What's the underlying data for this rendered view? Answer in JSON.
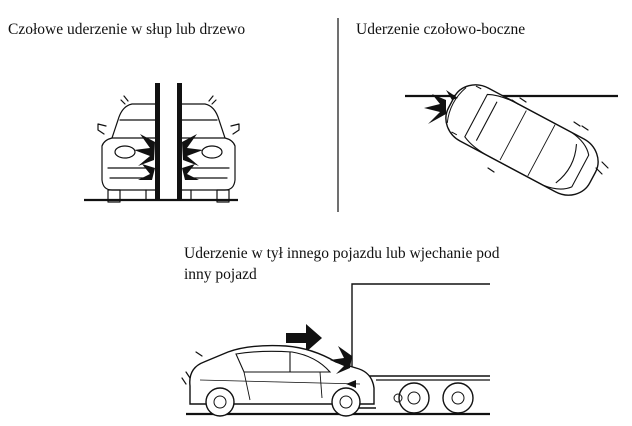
{
  "panels": [
    {
      "id": "frontal",
      "caption": "Czołowe uderzenie w słup lub drzewo"
    },
    {
      "id": "oblique",
      "caption": "Uderzenie czołowo-boczne"
    },
    {
      "id": "underride",
      "caption": "Uderzenie w tył innego pojazdu lub wjechanie pod inny pojazd"
    }
  ],
  "colors": {
    "line": "#111111",
    "background": "#ffffff"
  },
  "icons": [
    "car-front-icon",
    "pole-icon",
    "impact-burst-icon",
    "car-top-icon",
    "wall-icon",
    "car-side-icon",
    "truck-icon",
    "arrow-right-icon"
  ]
}
